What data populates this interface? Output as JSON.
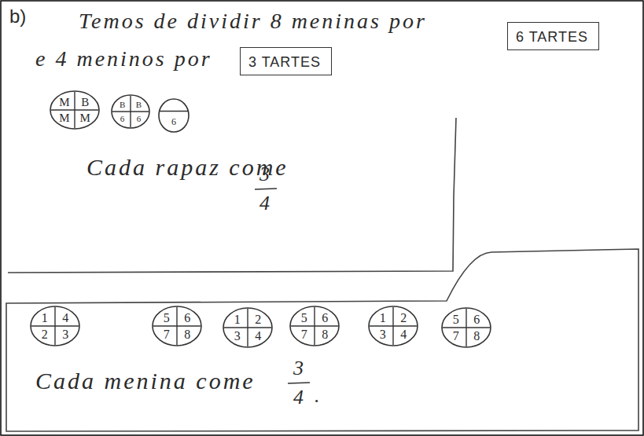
{
  "diagram": {
    "nodes": [
      {
        "text": [
          "6 TARTES"
        ]
      },
      {
        "text": [
          "3 TARTES"
        ]
      },
      {
        "text": [
          "M",
          "B",
          "M",
          "M"
        ]
      },
      {
        "text": [
          "B",
          "B",
          "6",
          "6"
        ]
      },
      {
        "text": [
          "6"
        ]
      },
      {
        "text": [
          "1",
          "4",
          "2",
          "3"
        ]
      },
      {
        "text": [
          "5",
          "6",
          "7",
          "8"
        ]
      },
      {
        "text": [
          "1",
          "2",
          "3",
          "4"
        ]
      },
      {
        "text": [
          "5",
          "6",
          "7",
          "8"
        ]
      },
      {
        "text": [
          "1",
          "2",
          "3",
          "4"
        ]
      },
      {
        "text": [
          "5",
          "6",
          "7",
          "8"
        ]
      }
    ],
    "labels": [
      "b)",
      "Temos de dividir 8 meninas por",
      "e 4 meninos por",
      "Cada rapaz come",
      "3",
      "4",
      "Cada menina come",
      "3",
      "4",
      "."
    ]
  }
}
